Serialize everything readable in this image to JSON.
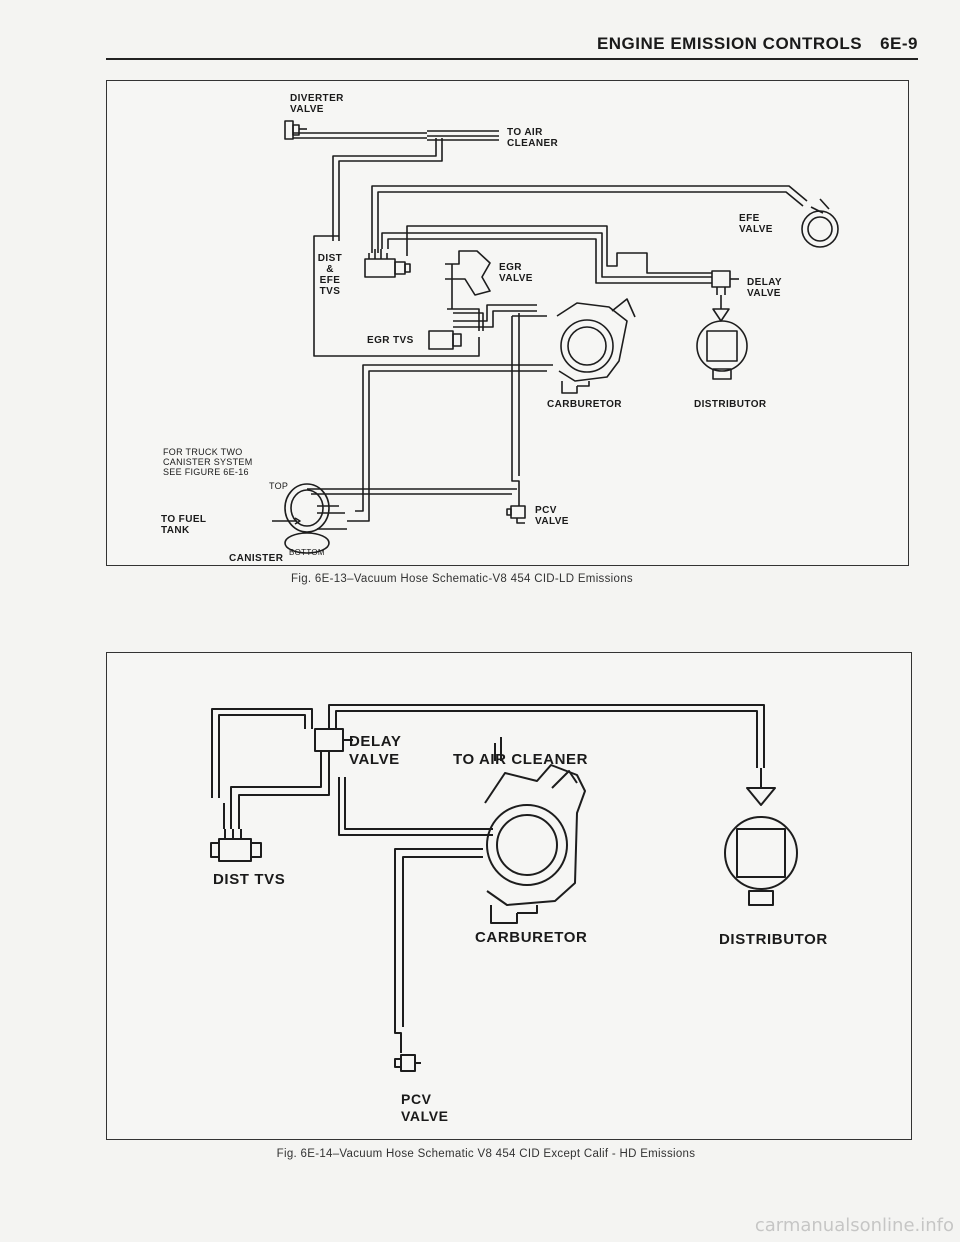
{
  "header": {
    "title": "ENGINE EMISSION CONTROLS",
    "page": "6E-9"
  },
  "fig1": {
    "caption": "Fig. 6E-13–Vacuum Hose Schematic-V8 454 CID-LD Emissions",
    "labels": {
      "diverter_valve": "DIVERTER\nVALVE",
      "to_air_cleaner": "TO AIR\nCLEANER",
      "efe_valve": "EFE\nVALVE",
      "dist_efe_tvs": "DIST\n&\nEFE\nTVS",
      "egr_valve": "EGR\nVALVE",
      "delay_valve": "DELAY\nVALVE",
      "egr_tvs": "EGR TVS",
      "carburetor": "CARBURETOR",
      "distributor": "DISTRIBUTOR",
      "note": "FOR TRUCK TWO\nCANISTER SYSTEM\nSEE FIGURE 6E-16",
      "top": "TOP",
      "to_fuel_tank": "TO FUEL\nTANK",
      "canister": "CANISTER",
      "bottom": "BOTTOM",
      "pcv_valve": "PCV\nVALVE"
    }
  },
  "fig2": {
    "caption": "Fig. 6E-14–Vacuum Hose Schematic V8 454 CID Except Calif - HD Emissions",
    "labels": {
      "delay_valve": "DELAY\nVALVE",
      "to_air_cleaner": "TO AIR CLEANER",
      "dist_tvs": "DIST TVS",
      "carburetor": "CARBURETOR",
      "distributor": "DISTRIBUTOR",
      "pcv_valve": "PCV\nVALVE"
    }
  },
  "watermark": "carmanualsonline.info"
}
